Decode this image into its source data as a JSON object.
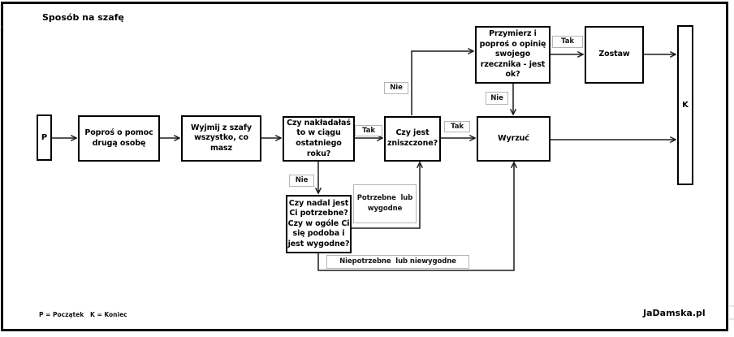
{
  "title": "Sposób na szafę",
  "footer": {
    "legend": "P = Początek   K = Koniec",
    "site": "JaDamska.pl"
  },
  "nodes": {
    "start": "P",
    "ask_help": "Poproś o pomoc\ndrugą osobę",
    "take_out": "Wyjmij z szafy\nwszystko, co\nmasz",
    "worn_last_year": "Czy nakładałaś\nto w ciągu\nostatniego\nroku?",
    "is_damaged": "Czy jest\nzniszczone?",
    "try_on": "Przymierz i\npoproś o opinię\nswojego\nrzecznika - jest\nok?",
    "keep": "Zostaw",
    "throw_away": "Wyrzuć",
    "still_needed": "Czy nadal jest\nCi potrzebne?\nCzy w ogóle Ci\nsię podoba i\njest wygodne?",
    "end": "K"
  },
  "labels": {
    "yes_worn": "Tak",
    "yes_damaged": "Tak",
    "yes_ok": "Tak",
    "no_worn": "Nie",
    "no_damaged": "Nie",
    "no_ok": "Nie",
    "needed": "Potrzebne  lub\nwygodne",
    "not_needed": "Niepotrzebne  lub niewygodne"
  },
  "colors": {
    "line": "#1c1c1c",
    "box_border": "#000000",
    "label_border": "#b5b5b5",
    "background": "#ffffff"
  }
}
